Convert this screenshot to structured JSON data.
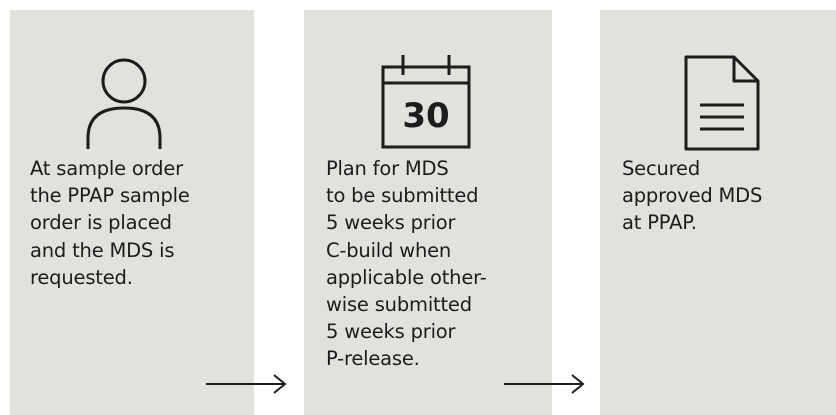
{
  "steps": [
    {
      "icon": "person-icon",
      "text": "At sample order\nthe PPAP sample\norder is placed\nand the MDS is\nrequested."
    },
    {
      "icon": "calendar-icon",
      "calendar_number": "30",
      "text": "Plan for MDS\nto be submitted\n5 weeks prior\nC-build when\napplicable other-\nwise submitted\n5 weeks prior\nP-release."
    },
    {
      "icon": "document-icon",
      "text": "Secured\napproved MDS\nat PPAP."
    }
  ],
  "colors": {
    "card_background": "#e2e1de",
    "stroke": "#1c1c1c"
  }
}
